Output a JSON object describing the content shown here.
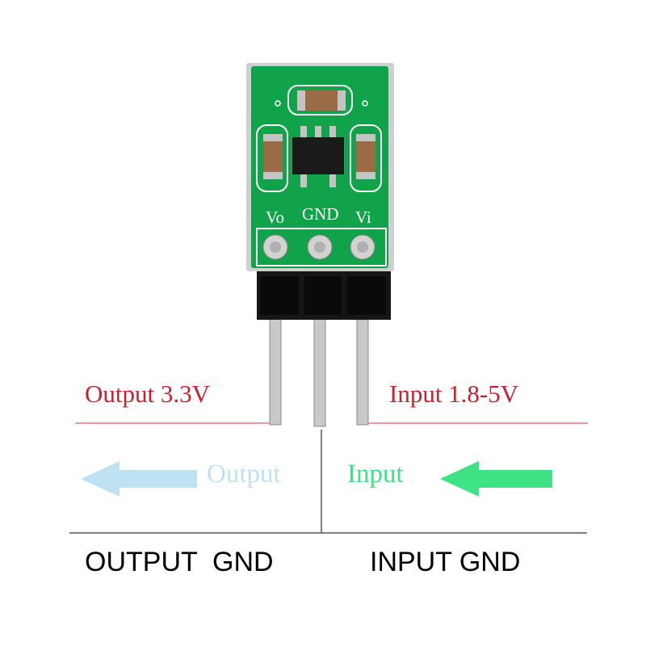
{
  "board": {
    "pin_labels": {
      "vo": "Vo",
      "gnd": "GND",
      "vi": "Vi"
    },
    "pcb_color": "#11a34a"
  },
  "labels": {
    "output_voltage": "Output 3.3V",
    "input_voltage": "Input 1.8-5V",
    "output_arrow_label": "Output",
    "input_arrow_label": "Input",
    "output_gnd": "OUTPUT  GND",
    "input_gnd": "INPUT GND"
  },
  "colors": {
    "voltage_text": "#cc1f2e",
    "output_arrow": "#bfe2f2",
    "input_arrow": "#3ee383",
    "guide_lines": "#e07a7a"
  }
}
